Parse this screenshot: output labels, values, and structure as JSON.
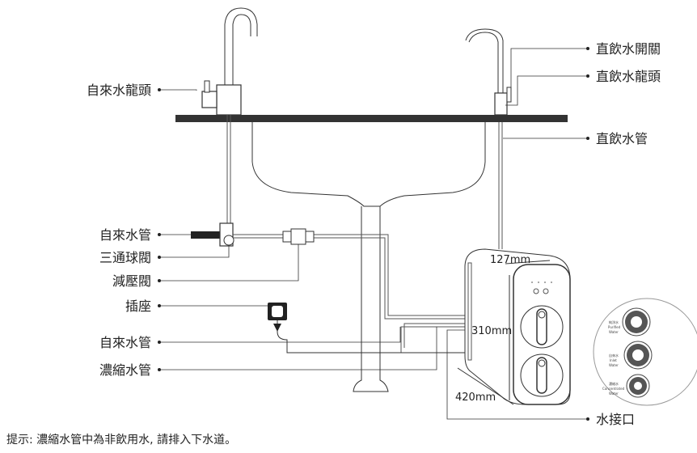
{
  "labels_left": [
    "自來水龍頭",
    "自來水管",
    "三通球閥",
    "減壓閥",
    "插座",
    "自來水管",
    "濃縮水管"
  ],
  "labels_right": [
    "直飲水開關",
    "直飲水龍頭",
    "直飲水管",
    "水接口"
  ],
  "dimensions": {
    "width": "127mm",
    "height": "310mm",
    "depth": "420mm"
  },
  "ports": [
    {
      "zh": "純淨水",
      "en1": "Purified",
      "en2": "Water"
    },
    {
      "zh": "自來水",
      "en1": "Inlet",
      "en2": "Water"
    },
    {
      "zh": "濃縮水",
      "en1": "Concentrated",
      "en2": "Water"
    }
  ],
  "note": "提示: 濃縮水管中為非飲用水, 請排入下水道。"
}
